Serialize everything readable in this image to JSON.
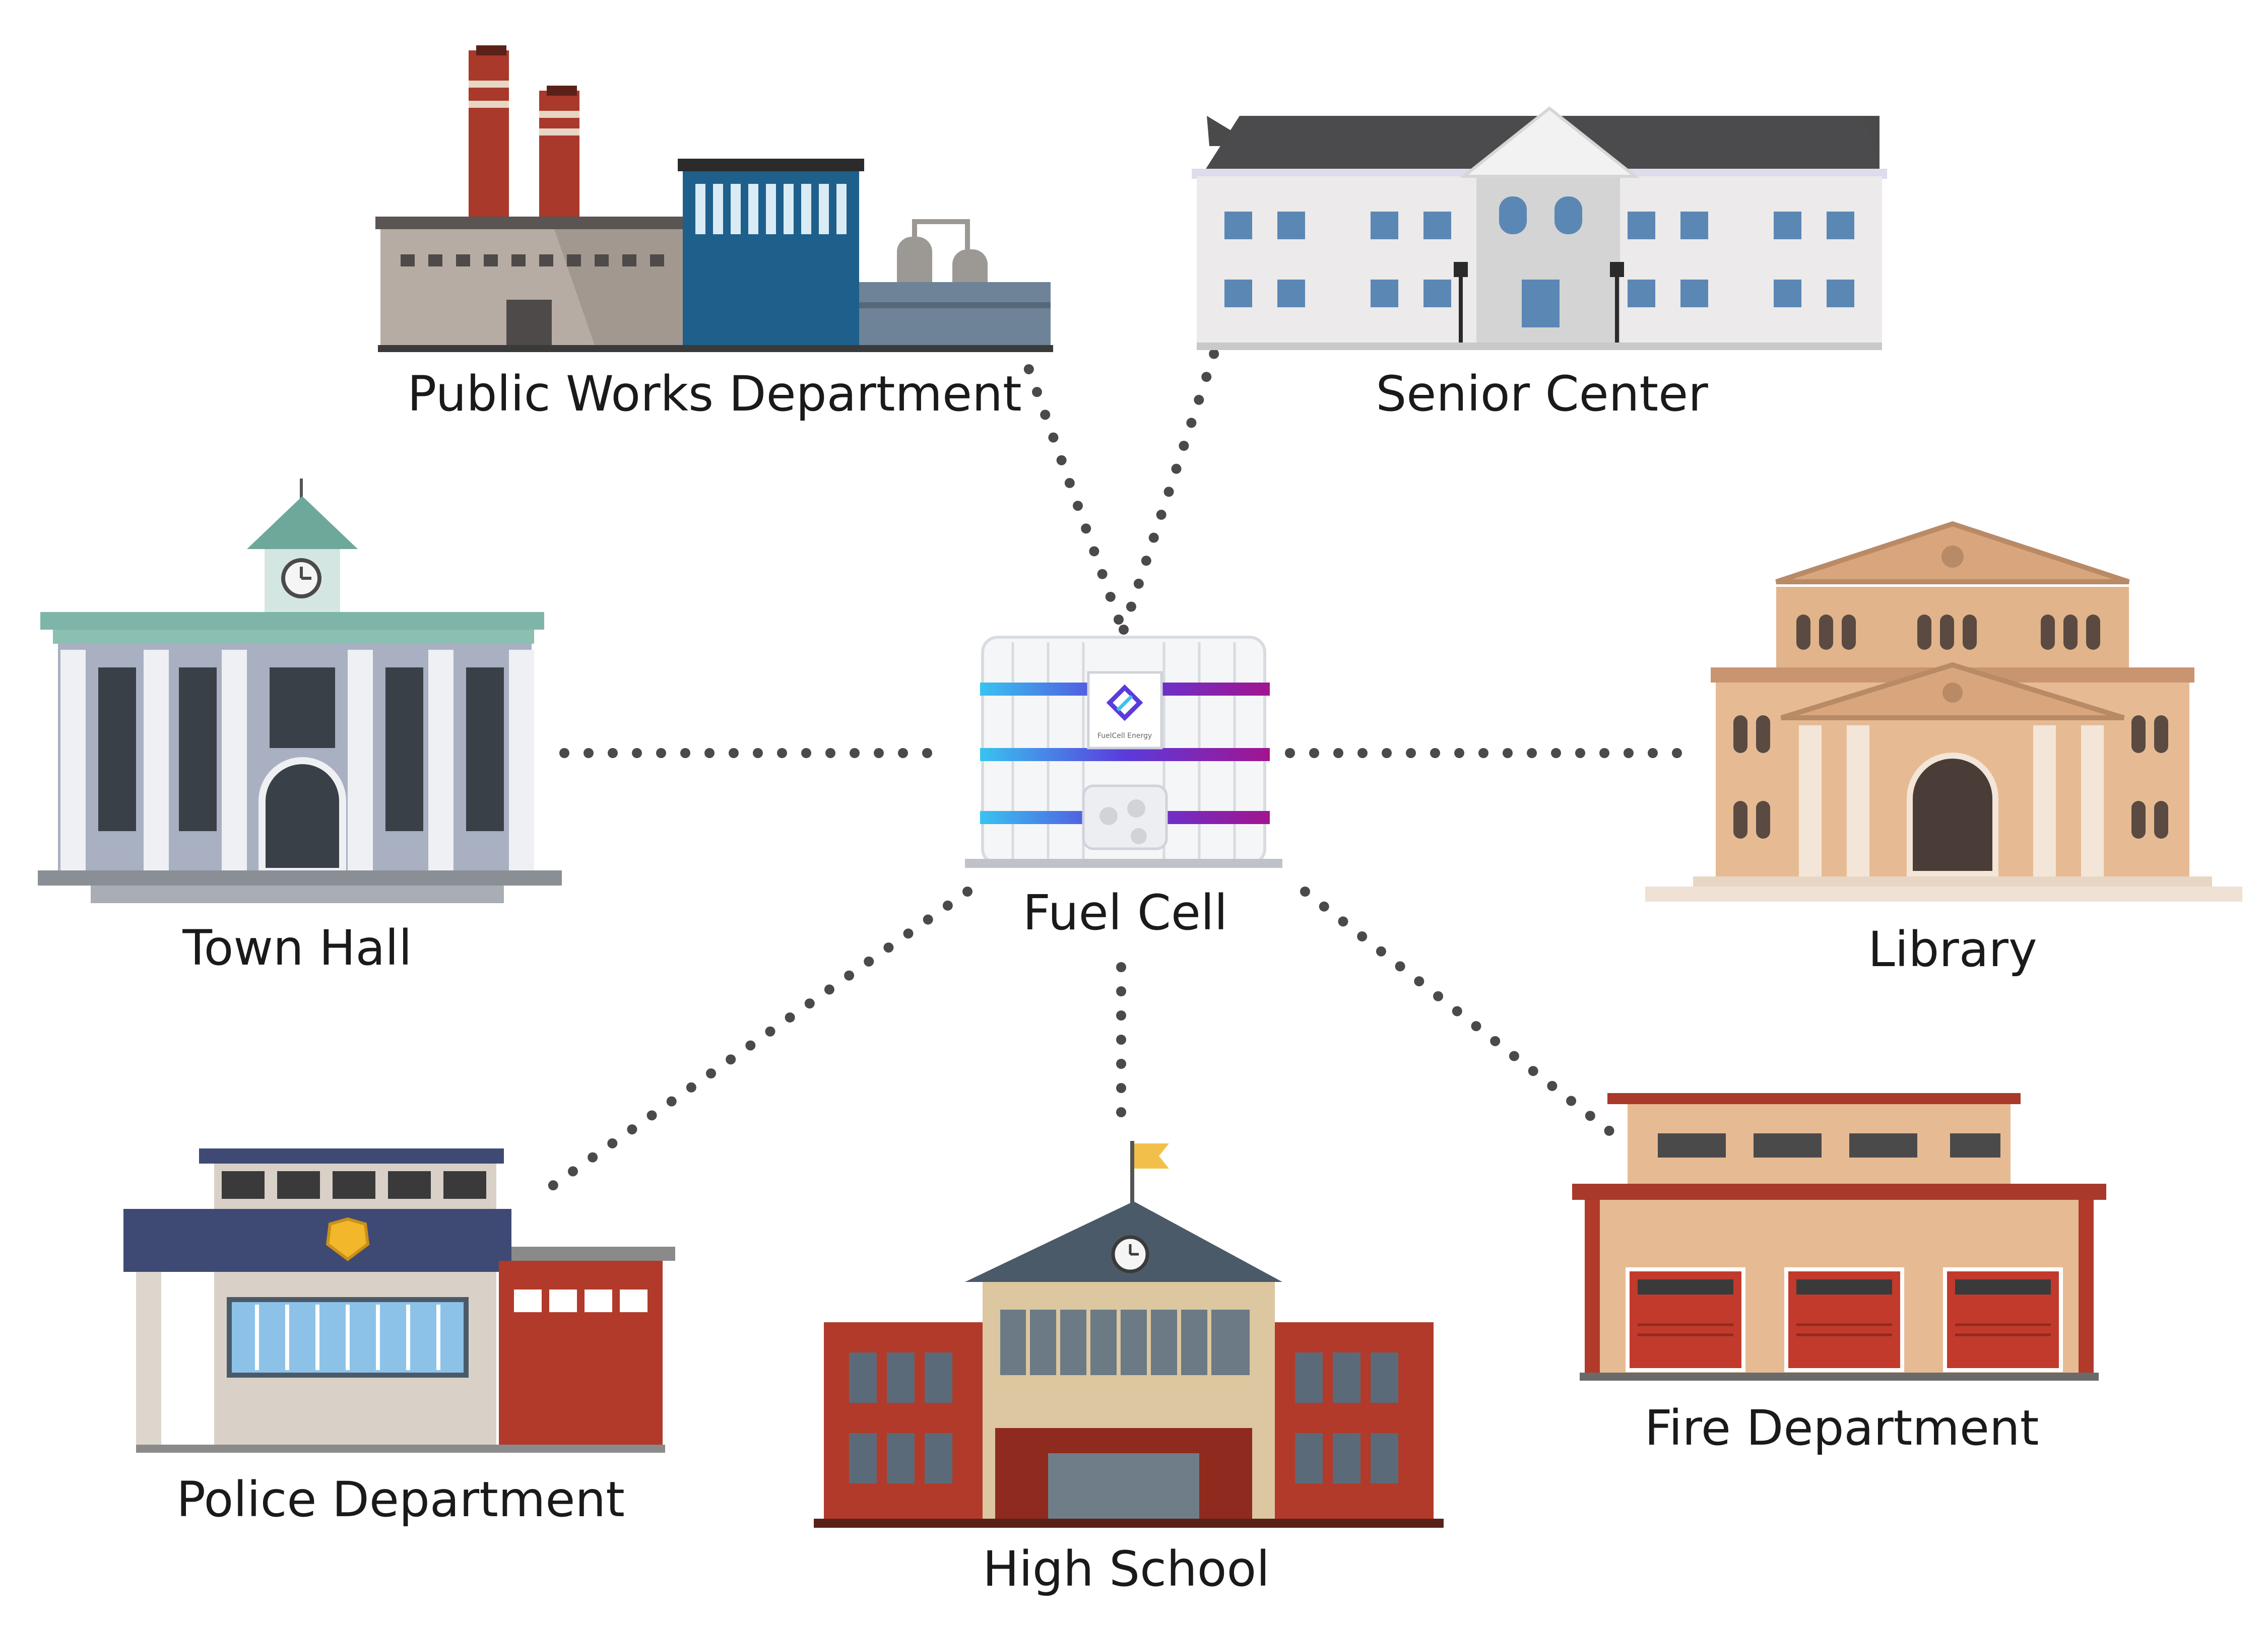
{
  "center": {
    "label": "Fuel Cell",
    "logo_text": "FuelCell Energy"
  },
  "buildings": {
    "public_works": {
      "label": "Public Works Department"
    },
    "senior_center": {
      "label": "Senior Center"
    },
    "town_hall": {
      "label": "Town Hall"
    },
    "library": {
      "label": "Library"
    },
    "police": {
      "label": "Police Department"
    },
    "high_school": {
      "label": "High School"
    },
    "fire": {
      "label": "Fire Department"
    }
  },
  "colors": {
    "connector": "#4a4a4a",
    "fuel_cell_gradient": [
      "#38c3f0",
      "#5a3bdc",
      "#a2148f"
    ],
    "brick": "#b23a2a",
    "navy": "#3f4a74",
    "teal_roof": "#7fb5a8",
    "library_tan": "#e2b48b",
    "public_works_blue": "#1e5f8c"
  },
  "icons": {
    "clock": "clock-icon",
    "badge": "police-badge-icon",
    "flag": "flag-icon",
    "logo": "fuelcell-logo-icon"
  }
}
